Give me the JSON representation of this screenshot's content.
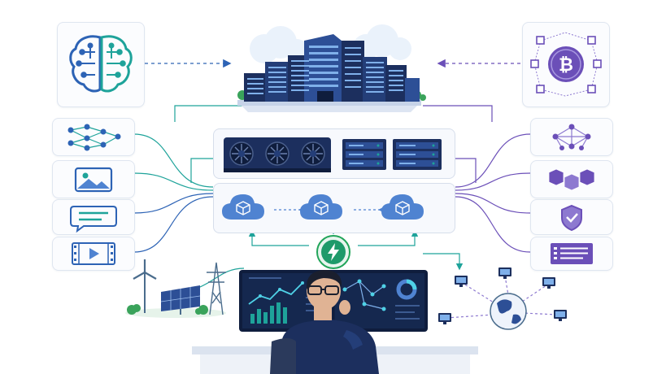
{
  "scene": {
    "colors": {
      "teal": "#1ea39a",
      "blue": "#2d63b5",
      "navy": "#1c2f5e",
      "purple": "#6b4fb8",
      "lightPurple": "#8d79d0",
      "green": "#22a55a",
      "cloudBlue": "#4f83d1"
    },
    "left_cards": [
      "brain-ai",
      "neural-network",
      "image",
      "chat-message",
      "video-player"
    ],
    "right_cards": [
      "bitcoin-blockchain",
      "network-graph",
      "cubes-blocks",
      "shield-check",
      "document-list"
    ],
    "center": [
      "data-center",
      "gpu-cards",
      "server-racks",
      "cloud-nodes",
      "energy-bolt",
      "analytics-monitors",
      "global-network"
    ]
  }
}
